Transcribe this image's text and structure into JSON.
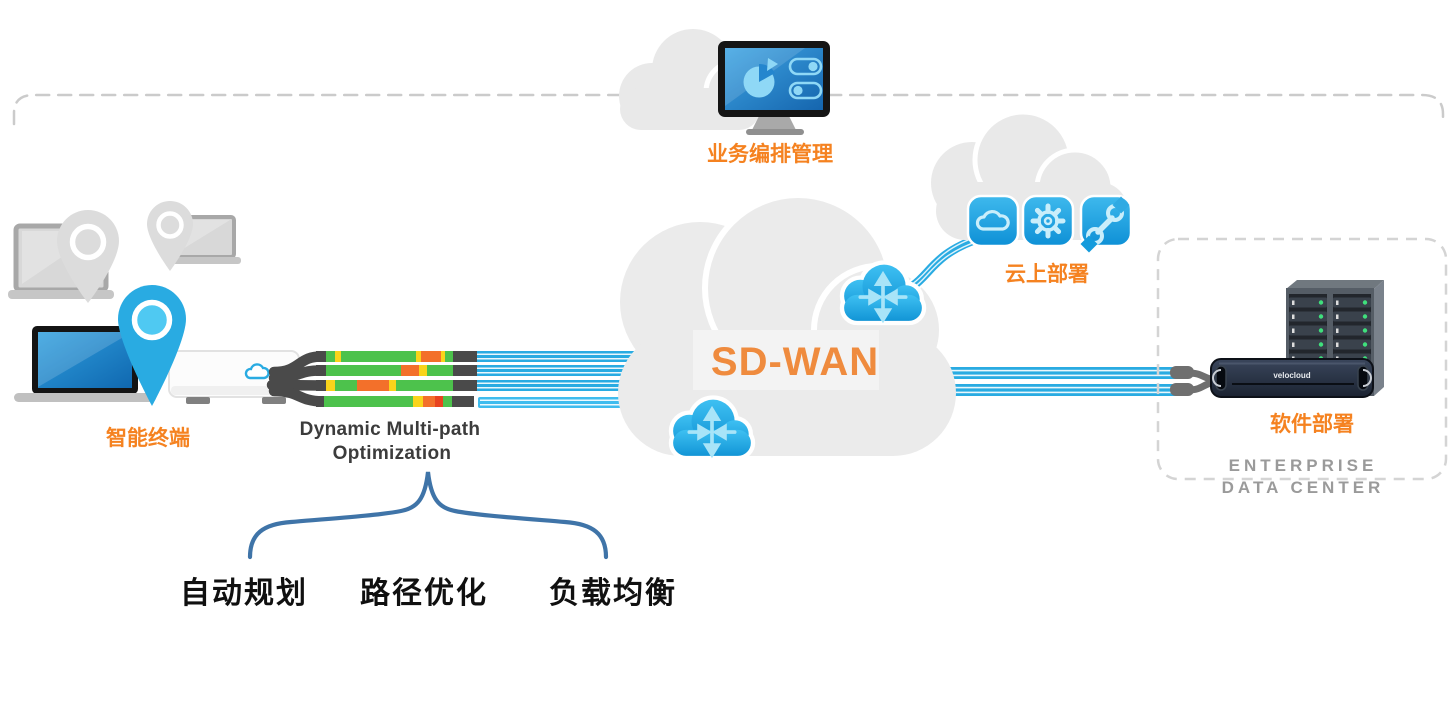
{
  "palette": {
    "orange_label": "#F58220",
    "sdwan_orange": "#EF8B3E",
    "blue": "#29ABE2",
    "light_blue_glyph": "#C9EEFB",
    "cloud_gray": "#E9E9E9",
    "cable_dark": "#4A4A4A",
    "cable_green": "#4DC24C",
    "cable_yellow": "#F9D41B",
    "cable_orange": "#F3702A",
    "brace_blue": "#3F74A8",
    "datacenter_text_gray": "#9A9A9A"
  },
  "nodes": {
    "orchestration": {
      "label": "业务编排管理"
    },
    "terminals": {
      "label": "智能终端"
    },
    "dmpo": {
      "line1": "Dynamic Multi-path",
      "line2": "Optimization"
    },
    "wan": {
      "label": "SD-WAN"
    },
    "cloud_deploy": {
      "label": "云上部署"
    },
    "datacenter": {
      "deploy_label": "软件部署",
      "name_line1": "ENTERPRISE",
      "name_line2": "DATA CENTER",
      "appliance_brand": "velocloud"
    }
  },
  "features": [
    "自动规划",
    "路径优化",
    "负载均衡"
  ]
}
